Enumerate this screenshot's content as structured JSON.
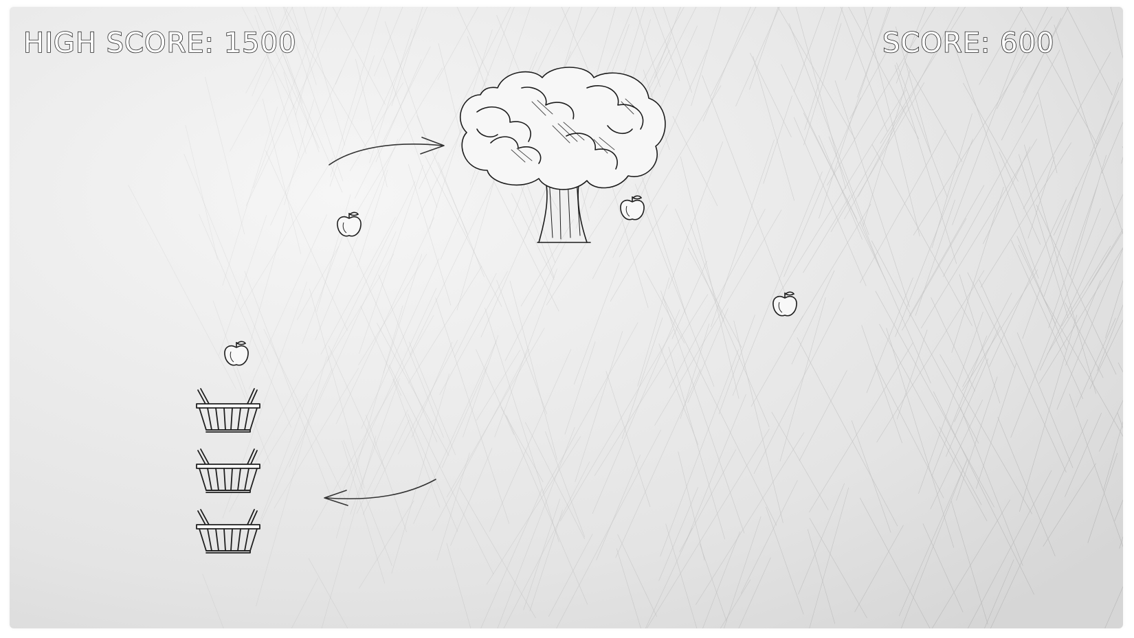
{
  "hud": {
    "high_score_label": "HIGH SCORE: 1500",
    "score_label": "SCORE: 600"
  },
  "colors": {
    "paper": "#f4f4f4",
    "pencil": "#222222",
    "hud_fill": "#ffffff"
  },
  "icons": {
    "tree": "tree-icon",
    "apple": "apple-icon",
    "basket": "basket-icon",
    "arrow": "arrow-icon"
  },
  "counts": {
    "baskets": 3,
    "apples": 4
  }
}
